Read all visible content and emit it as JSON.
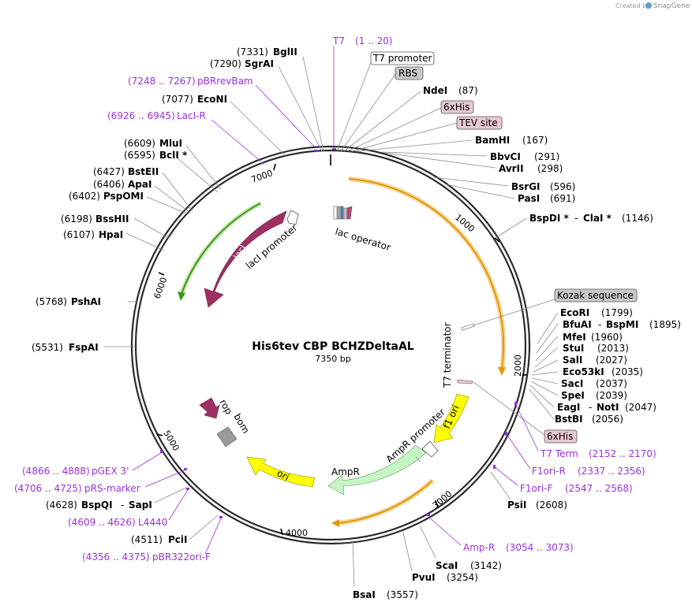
{
  "credit": {
    "created_by": "Created by",
    "brand": "SnapGene"
  },
  "plasmid": {
    "name": "His6tev CBP BCHZDeltaAL",
    "size": "7350 bp"
  },
  "ticks": [
    "1000",
    "2000",
    "3000",
    "4000",
    "5000",
    "6000",
    "7000"
  ],
  "features": {
    "laci": "lacI",
    "laci_promoter": "lacI promoter",
    "lac_operator": "lac operator",
    "t7_terminator": "T7 terminator",
    "f1_ori": "f1 ori",
    "ampr_promoter": "AmpR promoter",
    "ampr": "AmpR",
    "ori": "ori",
    "rop": "rop",
    "bom": "bom"
  },
  "labels": {
    "bglii": {
      "pos": "(7331)",
      "name": "BglII"
    },
    "sgrai": {
      "pos": "(7290)",
      "name": "SgrAI"
    },
    "pbrrevbam": {
      "range": "(7248 .. 7267)",
      "name": "pBRrevBam"
    },
    "econi": {
      "pos": "(7077)",
      "name": "EcoNI"
    },
    "laci_r": {
      "range": "(6926 .. 6945)",
      "name": "LacI-R"
    },
    "mlui": {
      "pos": "(6609)",
      "name": "MluI"
    },
    "bcli": {
      "pos": "(6595)",
      "name": "BclI *"
    },
    "bsteii": {
      "pos": "(6427)",
      "name": "BstEII"
    },
    "apai": {
      "pos": "(6406)",
      "name": "ApaI"
    },
    "pspomi": {
      "pos": "(6402)",
      "name": "PspOMI"
    },
    "bsshii": {
      "pos": "(6198)",
      "name": "BssHII"
    },
    "hpai": {
      "pos": "(6107)",
      "name": "HpaI"
    },
    "pshai": {
      "pos": "(5768)",
      "name": "PshAI"
    },
    "fspai": {
      "pos": "(5531)",
      "name": "FspAI"
    },
    "pgex3": {
      "range": "(4866 .. 4888)",
      "name": "pGEX 3'"
    },
    "prs_marker": {
      "range": "(4706 .. 4725)",
      "name": "pRS-marker"
    },
    "bspqi": {
      "pos": "(4628)",
      "name": "BspQI",
      "sep": "-",
      "name2": "SapI"
    },
    "l4440": {
      "range": "(4609 .. 4626)",
      "name": "L4440"
    },
    "pcii": {
      "pos": "(4511)",
      "name": "PciI"
    },
    "pbr322ori": {
      "range": "(4356 .. 4375)",
      "name": "pBR322ori-F"
    },
    "t7": {
      "name": "T7",
      "range": "(1 .. 20)"
    },
    "t7_promoter": {
      "name": "T7 promoter"
    },
    "rbs": {
      "name": "RBS"
    },
    "ndei": {
      "name": "NdeI",
      "pos": "(87)"
    },
    "sixhis_top": {
      "name": "6xHis"
    },
    "tev": {
      "name": "TEV site"
    },
    "bamhi": {
      "name": "BamHI",
      "pos": "(167)"
    },
    "bbvci": {
      "name": "BbvCI",
      "pos": "(291)"
    },
    "avrii": {
      "name": "AvrII",
      "pos": "(298)"
    },
    "bsrgi": {
      "name": "BsrGI",
      "pos": "(596)"
    },
    "pasi": {
      "name": "PasI",
      "pos": "(691)"
    },
    "bspdi": {
      "name": "BspDI *",
      "sep": "-",
      "name2": "ClaI *",
      "pos": "(1146)"
    },
    "kozak": {
      "name": "Kozak sequence"
    },
    "ecori": {
      "name": "EcoRI",
      "pos": "(1799)"
    },
    "bfuai": {
      "name": "BfuAI",
      "sep": "-",
      "name2": "BspMI",
      "pos": "(1895)"
    },
    "mfei": {
      "name": "MfeI",
      "pos": "(1960)"
    },
    "stui": {
      "name": "StuI",
      "pos": "(2013)"
    },
    "sali": {
      "name": "SalI",
      "pos": "(2027)"
    },
    "eco53ki": {
      "name": "Eco53kI",
      "pos": "(2035)"
    },
    "saci": {
      "name": "SacI",
      "pos": "(2037)"
    },
    "spei": {
      "name": "SpeI",
      "pos": "(2039)"
    },
    "eagi": {
      "name": "EagI",
      "sep": "-",
      "name2": "NotI",
      "pos": "(2047)"
    },
    "bstbi": {
      "name": "BstBI",
      "pos": "(2056)"
    },
    "sixhis_bottom": {
      "name": "6xHis"
    },
    "t7_term": {
      "name": "T7 Term",
      "range": "(2152 .. 2170)"
    },
    "f1ori_r": {
      "name": "F1ori-R",
      "range": "(2337 .. 2356)"
    },
    "f1ori_f": {
      "name": "F1ori-F",
      "range": "(2547 .. 2568)"
    },
    "psii": {
      "name": "PsiI",
      "pos": "(2608)"
    },
    "amp_r": {
      "name": "Amp-R",
      "range": "(3054 .. 3073)"
    },
    "scai": {
      "name": "ScaI",
      "pos": "(3142)"
    },
    "pvui": {
      "name": "PvuI",
      "pos": "(3254)"
    },
    "bsai": {
      "name": "BsaI",
      "pos": "(3557)"
    }
  },
  "colors": {
    "backbone": "#2b2b2b",
    "laci": "#9e2f63",
    "ampr": "#c5f5c5",
    "ori": "#ffff00",
    "orf_orange": "#f0a500",
    "orf_green": "#3b9a19",
    "primer": "#9b30d9",
    "feature_box": "#c8c8c8",
    "tag_box": "#e8c7d1"
  }
}
